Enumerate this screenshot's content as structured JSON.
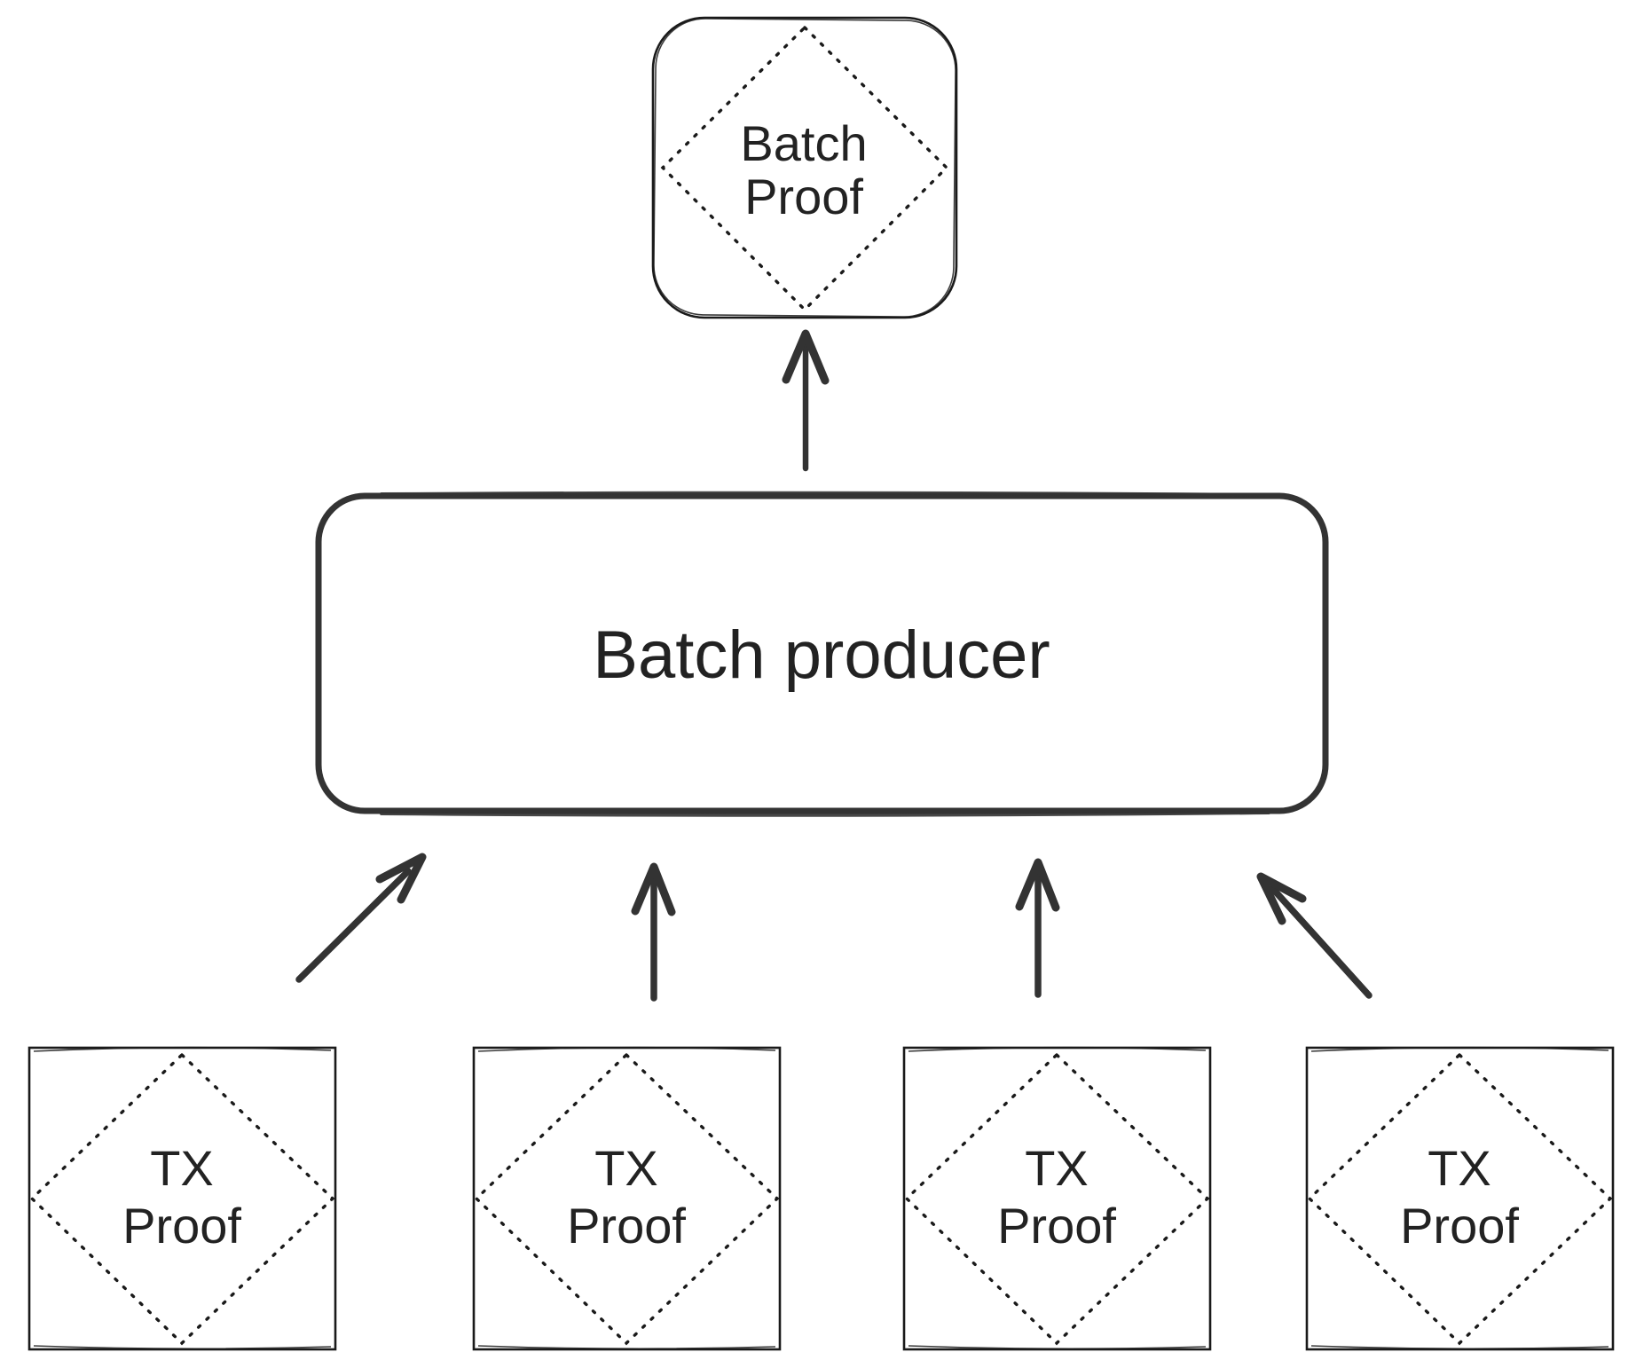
{
  "diagram": {
    "background": "#ffffff",
    "colors": {
      "bold_stroke": "#333333",
      "thin_stroke": "#1a1a1a",
      "text": "#222222"
    },
    "nodes": {
      "batch_proof": {
        "label_line1": "Batch",
        "label_line2": "Proof",
        "shape": "rounded-square-with-dotted-diamond"
      },
      "batch_producer": {
        "label": "Batch producer",
        "shape": "rounded-rectangle"
      },
      "tx_proofs": [
        {
          "label_line1": "TX",
          "label_line2": "Proof",
          "shape": "square-with-dotted-diamond"
        },
        {
          "label_line1": "TX",
          "label_line2": "Proof",
          "shape": "square-with-dotted-diamond"
        },
        {
          "label_line1": "TX",
          "label_line2": "Proof",
          "shape": "square-with-dotted-diamond"
        },
        {
          "label_line1": "TX",
          "label_line2": "Proof",
          "shape": "square-with-dotted-diamond"
        }
      ]
    },
    "connections": [
      {
        "from": "tx-proof-1",
        "to": "batch-producer",
        "style": "arrow-up-right"
      },
      {
        "from": "tx-proof-2",
        "to": "batch-producer",
        "style": "arrow-up"
      },
      {
        "from": "tx-proof-3",
        "to": "batch-producer",
        "style": "arrow-up"
      },
      {
        "from": "tx-proof-4",
        "to": "batch-producer",
        "style": "arrow-up-left"
      },
      {
        "from": "batch-producer",
        "to": "batch-proof",
        "style": "arrow-up"
      }
    ]
  }
}
